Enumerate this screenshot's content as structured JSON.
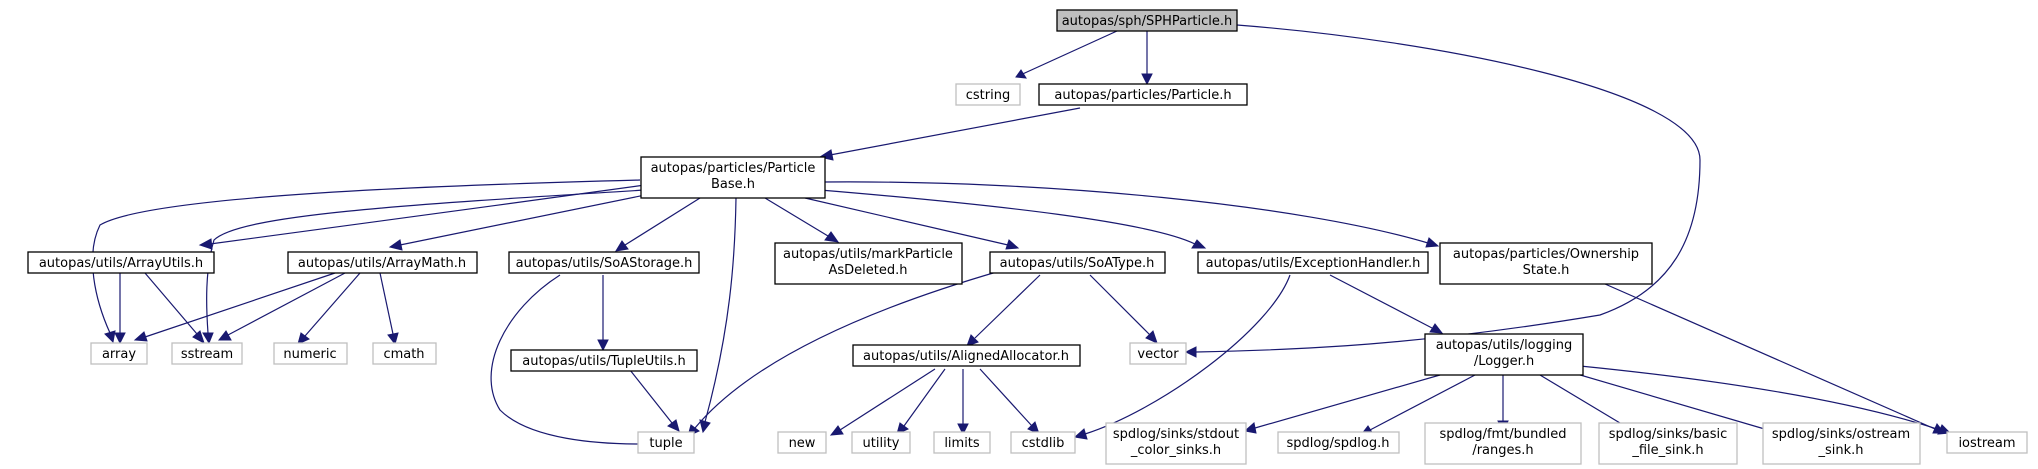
{
  "colors": {
    "edge": "#191970",
    "root_fill": "#bfbfbf",
    "system_border": "#bfbfbf",
    "node_border": "#000000"
  },
  "nodes": {
    "root": [
      "autopas/sph/SPHParticle.h"
    ],
    "cstring": [
      "cstring"
    ],
    "particle": [
      "autopas/particles/Particle.h"
    ],
    "particlebase": [
      "autopas/particles/Particle",
      "Base.h"
    ],
    "vector": [
      "vector"
    ],
    "arrayutils": [
      "autopas/utils/ArrayUtils.h"
    ],
    "arraymath": [
      "autopas/utils/ArrayMath.h"
    ],
    "soastorage": [
      "autopas/utils/SoAStorage.h"
    ],
    "markdeleted": [
      "autopas/utils/markParticle",
      "AsDeleted.h"
    ],
    "soatype": [
      "autopas/utils/SoAType.h"
    ],
    "exception": [
      "autopas/utils/ExceptionHandler.h"
    ],
    "ownership": [
      "autopas/particles/Ownership",
      "State.h"
    ],
    "array": [
      "array"
    ],
    "sstream": [
      "sstream"
    ],
    "numeric": [
      "numeric"
    ],
    "cmath": [
      "cmath"
    ],
    "tupleutils": [
      "autopas/utils/TupleUtils.h"
    ],
    "aligned": [
      "autopas/utils/AlignedAllocator.h"
    ],
    "logger": [
      "autopas/utils/logging",
      "/Logger.h"
    ],
    "tuple": [
      "tuple"
    ],
    "new": [
      "new"
    ],
    "utility": [
      "utility"
    ],
    "limits": [
      "limits"
    ],
    "cstdlib": [
      "cstdlib"
    ],
    "stdout": [
      "spdlog/sinks/stdout",
      "_color_sinks.h"
    ],
    "spdlog": [
      "spdlog/spdlog.h"
    ],
    "ranges": [
      "spdlog/fmt/bundled",
      "/ranges.h"
    ],
    "basicfile": [
      "spdlog/sinks/basic",
      "_file_sink.h"
    ],
    "ostream": [
      "spdlog/sinks/ostream",
      "_sink.h"
    ],
    "iostream": [
      "iostream"
    ]
  }
}
